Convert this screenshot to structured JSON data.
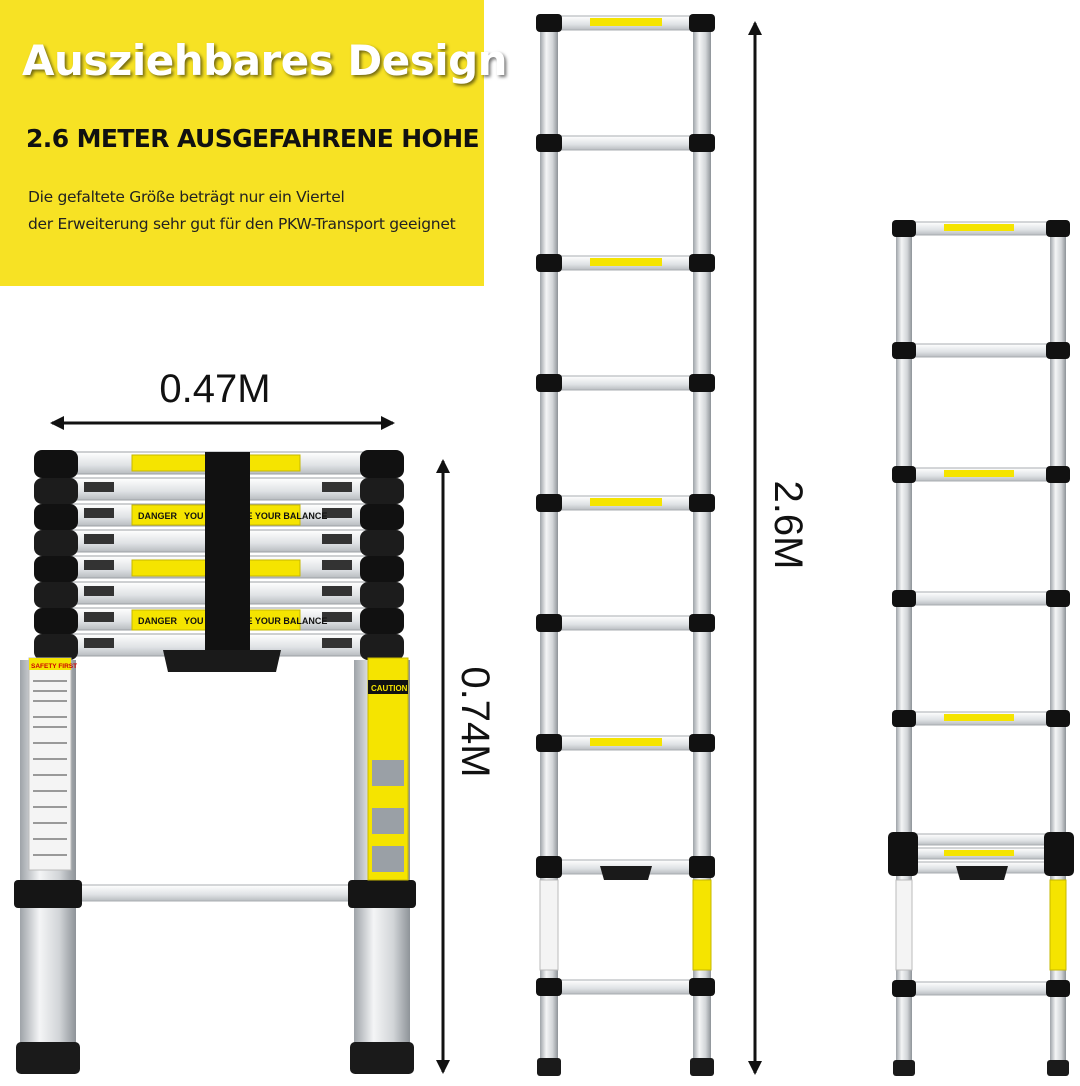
{
  "banner": {
    "title": "Ausziehbares Design",
    "subtitle": "2.6 METER AUSGEFAHRENE HOHE",
    "description_line1": "Die gefaltete Größe beträgt nur ein Viertel",
    "description_line2": "der Erweiterung sehr gut für den PKW-Transport geeignet"
  },
  "dimensions": {
    "width": "0.47M",
    "folded_height": "0.74M",
    "extended_height": "2.6M"
  },
  "labels": {
    "danger_1": "DANGER",
    "balance_1": "YOU CAN LOSE YOUR BALANCE",
    "danger_2": "DANGER",
    "balance_2": "YOU CAN LOSE YOUR BALANCE",
    "safety_first": "SAFETY FIRST",
    "caution": "CAUTION"
  },
  "colors": {
    "banner_yellow": "#f7e224",
    "label_yellow": "#f5e400",
    "aluminium": "#d9dcdf",
    "black_caps": "#111111"
  }
}
